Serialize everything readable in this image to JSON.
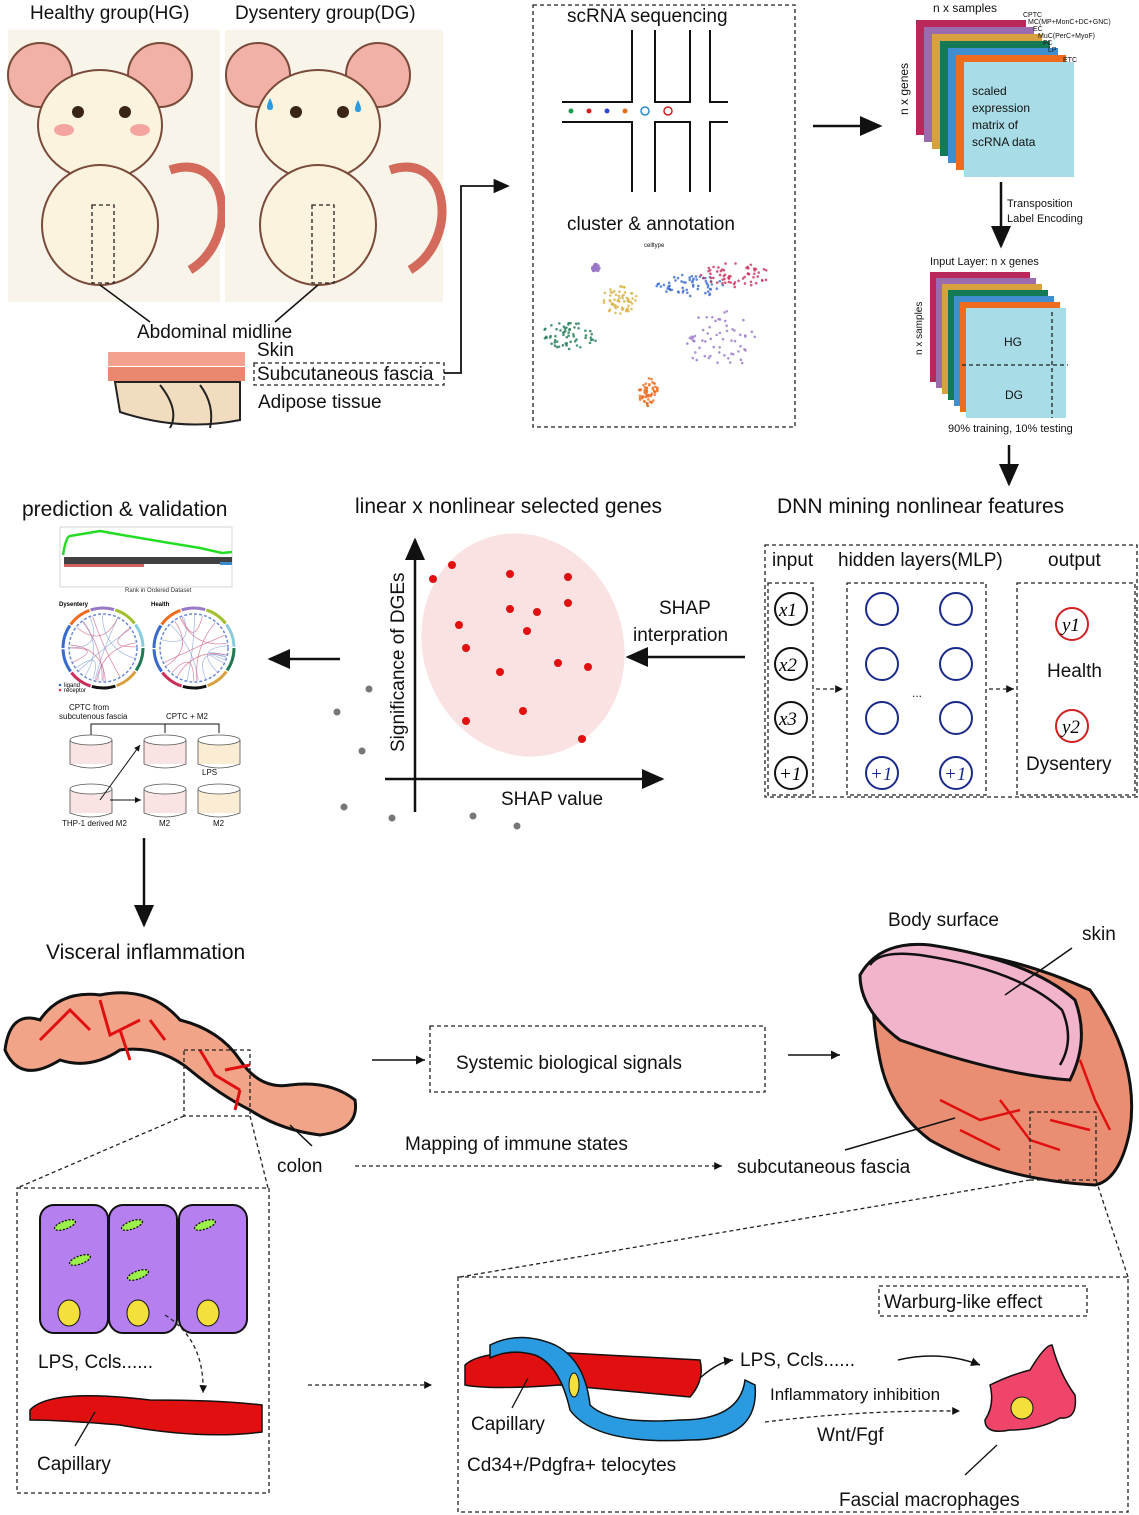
{
  "mice": {
    "healthy": "Healthy group(HG)",
    "dysentery": "Dysentery group(DG)"
  },
  "anatomy": {
    "midline": "Abdominal midline",
    "skin": "Skin",
    "fascia": "Subcutaneous fascia",
    "adipose": "Adipose tissue"
  },
  "scrna": {
    "title": "scRNA sequencing",
    "cluster": "cluster & annotation",
    "celltype": "celltype"
  },
  "matrix": {
    "samples": "n x samples",
    "genes": "n x genes",
    "layers": [
      "CPTC",
      "MC(MP+MonC+DC+GNC)",
      "EC",
      "MuC(PerC+MyoF)",
      "FC",
      "LP",
      "ETC"
    ],
    "layer_colors": [
      "#b8285a",
      "#9b6bb0",
      "#d9a040",
      "#137a55",
      "#3f8fd0",
      "#ef6c1f",
      "#a8dce6"
    ],
    "label": [
      "scaled",
      "expression",
      "matrix of",
      "scRNA data"
    ],
    "transposition": "Transposition",
    "encoding": "Label Encoding"
  },
  "input_layer": {
    "title": "Input Layer: n x genes",
    "samples": "n x samples",
    "hg": "HG",
    "dg": "DG",
    "split": "90% training, 10% testing"
  },
  "sections": {
    "prediction": "prediction & validation",
    "selected": "linear x nonlinear selected genes",
    "dnn": "DNN mining nonlinear features"
  },
  "shap": {
    "ylabel": "Significance of DGEs",
    "xlabel": "SHAP value",
    "arrow_label": [
      "SHAP",
      "interpration"
    ]
  },
  "dnn": {
    "input": "input",
    "hidden": "hidden layers(MLP)",
    "output": "output",
    "inputs": [
      "x1",
      "x2",
      "x3",
      "+1"
    ],
    "bias": "+1",
    "ellipsis": "...",
    "outputs": [
      {
        "node": "y1",
        "label": "Health"
      },
      {
        "node": "y2",
        "label": "Dysentery"
      }
    ]
  },
  "validation": {
    "gsea_x": "Rank in Ordered Dataset",
    "chord_titles": [
      "Dysentery",
      "Health"
    ],
    "legend": [
      "ligand",
      "receptor"
    ],
    "cptc_from": [
      "CPTC from",
      "subcutenous fascia"
    ],
    "cptc_m2": "CPTC + M2",
    "lps": "LPS",
    "wells": [
      "THP-1 derived M2",
      "M2",
      "M2"
    ]
  },
  "bottom": {
    "visceral": "Visceral inflammation",
    "signals": "Systemic biological signals",
    "body_surface": "Body surface",
    "skin": "skin",
    "colon": "colon",
    "mapping": "Mapping of immune states",
    "subq": "subcutaneous fascia",
    "lps_left": "LPS, Ccls......",
    "capillary_left": "Capillary",
    "warburg": "Warburg-like effect",
    "lps_right": "LPS, Ccls......",
    "inhibition": "Inflammatory inhibition",
    "wnt": "Wnt/Fgf",
    "capillary_right": "Capillary",
    "telocytes": "Cd34+/Pdgfra+ telocytes",
    "macrophages": "Fascial macrophages"
  }
}
